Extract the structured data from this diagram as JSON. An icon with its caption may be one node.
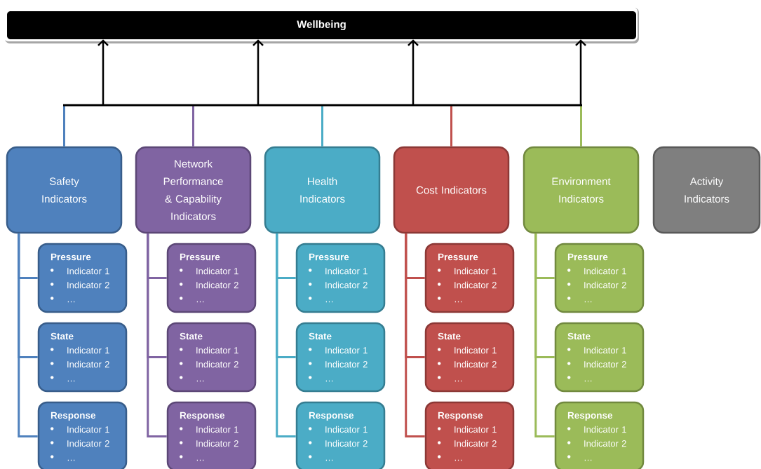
{
  "diagram": {
    "nodes": [
      {
        "text": [
          "Wellbeing"
        ]
      },
      {
        "text": [
          "Safety Indicators"
        ]
      },
      {
        "text": [
          "Network Performance & Capability Indicators"
        ]
      },
      {
        "text": [
          "Health Indicators"
        ]
      },
      {
        "text": [
          "Cost Indicators"
        ]
      },
      {
        "text": [
          "Environment Indicators"
        ]
      },
      {
        "text": [
          "Activity Indicators"
        ]
      },
      {
        "text": [
          "Pressure",
          "Indicator 1",
          "Indicator 2",
          "…"
        ]
      },
      {
        "text": [
          "State",
          "Indicator 1",
          "Indicator 2",
          "…"
        ]
      },
      {
        "text": [
          "Response",
          "Indicator 1",
          "Indicator 2",
          "…"
        ]
      },
      {
        "text": [
          "Pressure",
          "Indicator 1",
          "Indicator 2",
          "…"
        ]
      },
      {
        "text": [
          "State",
          "Indicator 1",
          "Indicator 2",
          "…"
        ]
      },
      {
        "text": [
          "Response",
          "Indicator 1",
          "Indicator 2",
          "…"
        ]
      },
      {
        "text": [
          "Pressure",
          "Indicator 1",
          "Indicator 2",
          "…"
        ]
      },
      {
        "text": [
          "State",
          "Indicator 1",
          "Indicator 2",
          "…"
        ]
      },
      {
        "text": [
          "Response",
          "Indicator 1",
          "Indicator 2",
          "…"
        ]
      },
      {
        "text": [
          "Pressure",
          "Indicator 1",
          "Indicator 2",
          "…"
        ]
      },
      {
        "text": [
          "State",
          "Indicator 1",
          "Indicator 2",
          "…"
        ]
      },
      {
        "text": [
          "Response",
          "Indicator 1",
          "Indicator 2",
          "…"
        ]
      },
      {
        "text": [
          "Pressure",
          "Indicator 1",
          "Indicator 2",
          "…"
        ]
      },
      {
        "text": [
          "State",
          "Indicator 1",
          "Indicator 2",
          "…"
        ]
      },
      {
        "text": [
          "Response",
          "Indicator 1",
          "Indicator 2",
          "…"
        ]
      }
    ],
    "edges": [
      {
        "from": 1,
        "to": 0,
        "arrow": "to"
      },
      {
        "from": 2,
        "to": 0,
        "arrow": "to"
      },
      {
        "from": 3,
        "to": 0,
        "arrow": "to"
      },
      {
        "from": 4,
        "to": 0,
        "arrow": "to"
      },
      {
        "from": 5,
        "to": 0,
        "arrow": "to"
      },
      {
        "from": 1,
        "to": 7,
        "arrow": "none",
        "color": "#4f81bd"
      },
      {
        "from": 1,
        "to": 8,
        "arrow": "none",
        "color": "#4f81bd"
      },
      {
        "from": 1,
        "to": 9,
        "arrow": "none",
        "color": "#4f81bd"
      },
      {
        "from": 2,
        "to": 10,
        "arrow": "none",
        "color": "#8064a2"
      },
      {
        "from": 2,
        "to": 11,
        "arrow": "none",
        "color": "#8064a2"
      },
      {
        "from": 2,
        "to": 12,
        "arrow": "none",
        "color": "#8064a2"
      },
      {
        "from": 3,
        "to": 13,
        "arrow": "none",
        "color": "#4bacc6"
      },
      {
        "from": 3,
        "to": 14,
        "arrow": "none",
        "color": "#4bacc6"
      },
      {
        "from": 3,
        "to": 15,
        "arrow": "none",
        "color": "#4bacc6"
      },
      {
        "from": 4,
        "to": 16,
        "arrow": "none",
        "color": "#c0504d"
      },
      {
        "from": 4,
        "to": 17,
        "arrow": "none",
        "color": "#c0504d"
      },
      {
        "from": 4,
        "to": 18,
        "arrow": "none",
        "color": "#c0504d"
      },
      {
        "from": 5,
        "to": 19,
        "arrow": "none",
        "color": "#9bbb59"
      },
      {
        "from": 5,
        "to": 20,
        "arrow": "none",
        "color": "#9bbb59"
      },
      {
        "from": 5,
        "to": 21,
        "arrow": "none",
        "color": "#9bbb59"
      }
    ]
  }
}
